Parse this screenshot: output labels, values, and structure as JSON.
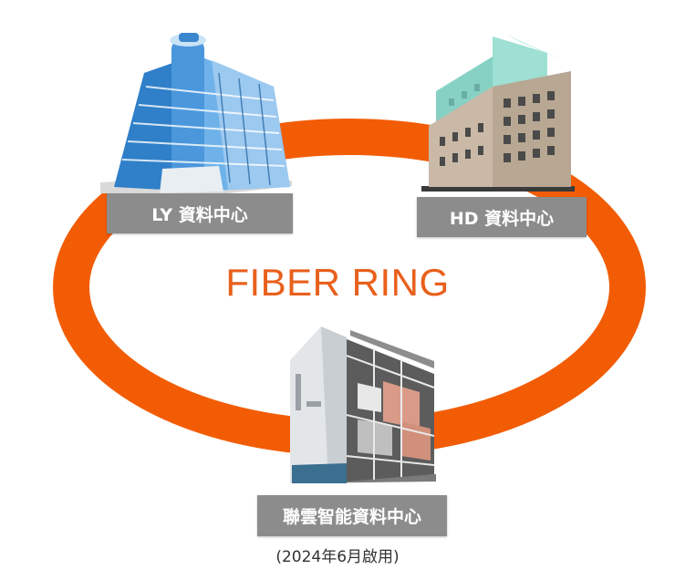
{
  "diagram": {
    "title": "FIBER RING",
    "nodes": [
      {
        "id": "ly",
        "label": "LY 資料中心"
      },
      {
        "id": "hd",
        "label": "HD 資料中心"
      },
      {
        "id": "lianyun",
        "label": "聯雲智能資料中心",
        "note": "(2024年6月啟用)"
      }
    ]
  },
  "colors": {
    "ring": "#f25c05",
    "title": "#e8601c",
    "label_bg": "#8c8c8c",
    "label_text": "#ffffff"
  },
  "icons": [
    "office-building-blue-icon",
    "office-building-mint-icon",
    "data-center-building-icon"
  ]
}
